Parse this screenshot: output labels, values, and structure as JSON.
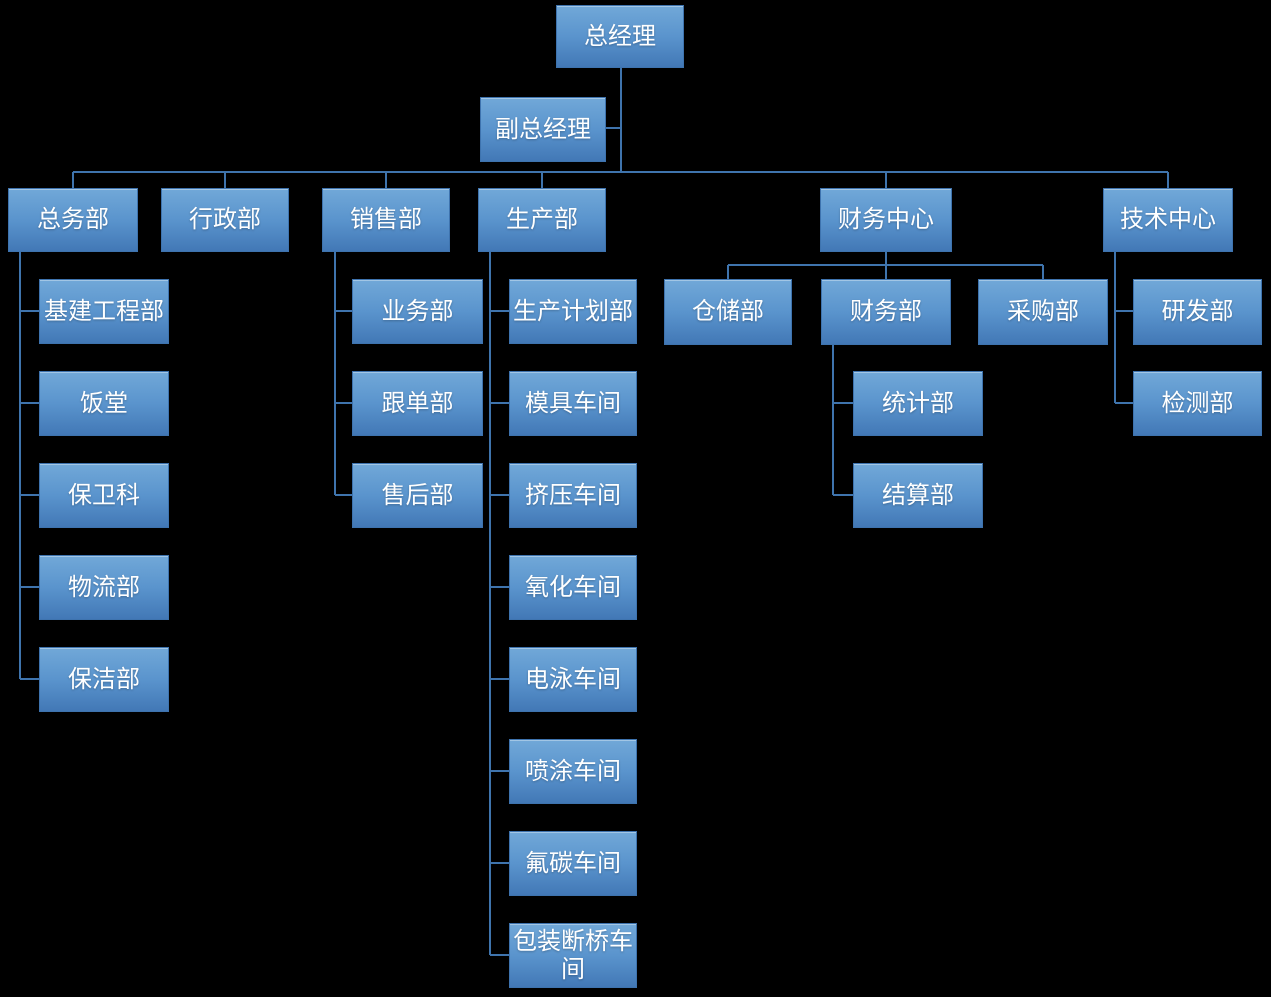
{
  "nodes": {
    "ceo": {
      "label": "总经理"
    },
    "vice": {
      "label": "副总经理"
    },
    "general_affairs": {
      "label": "总务部"
    },
    "admin": {
      "label": "行政部"
    },
    "sales": {
      "label": "销售部"
    },
    "production": {
      "label": "生产部"
    },
    "finance_center": {
      "label": "财务中心"
    },
    "tech_center": {
      "label": "技术中心"
    },
    "infrastructure": {
      "label": "基建工程部"
    },
    "canteen": {
      "label": "饭堂"
    },
    "security": {
      "label": "保卫科"
    },
    "logistics": {
      "label": "物流部"
    },
    "cleaning": {
      "label": "保洁部"
    },
    "business": {
      "label": "业务部"
    },
    "order_follow": {
      "label": "跟单部"
    },
    "after_sales": {
      "label": "售后部"
    },
    "production_planning": {
      "label": "生产计划部"
    },
    "mold_workshop": {
      "label": "模具车间"
    },
    "extrusion_workshop": {
      "label": "挤压车间"
    },
    "oxidation_workshop": {
      "label": "氧化车间"
    },
    "electrophoresis_workshop": {
      "label": "电泳车间"
    },
    "spraying_workshop": {
      "label": "喷涂车间"
    },
    "fluorocarbon_workshop": {
      "label": "氟碳车间"
    },
    "packaging_workshop": {
      "label": "包装断桥车间"
    },
    "warehouse": {
      "label": "仓储部"
    },
    "finance": {
      "label": "财务部"
    },
    "purchasing": {
      "label": "采购部"
    },
    "statistics": {
      "label": "统计部"
    },
    "settlement": {
      "label": "结算部"
    },
    "rd": {
      "label": "研发部"
    },
    "testing": {
      "label": "检测部"
    }
  },
  "hierarchy": {
    "root": "ceo",
    "assistant_of_root": "vice",
    "children": {
      "ceo": [
        "general_affairs",
        "admin",
        "sales",
        "production",
        "finance_center",
        "tech_center"
      ],
      "general_affairs": [
        "infrastructure",
        "canteen",
        "security",
        "logistics",
        "cleaning"
      ],
      "sales": [
        "business",
        "order_follow",
        "after_sales"
      ],
      "production": [
        "production_planning",
        "mold_workshop",
        "extrusion_workshop",
        "oxidation_workshop",
        "electrophoresis_workshop",
        "spraying_workshop",
        "fluorocarbon_workshop",
        "packaging_workshop"
      ],
      "finance_center": [
        "warehouse",
        "finance",
        "purchasing"
      ],
      "finance": [
        "statistics",
        "settlement"
      ],
      "tech_center": [
        "rd",
        "testing"
      ]
    }
  },
  "colors": {
    "background": "#000000",
    "box_top": "#71A8D8",
    "box_mid": "#5A94CD",
    "box_bottom": "#4278B6",
    "box_border": "#3E73AE",
    "connector": "#3F74AD",
    "text": "#FFFFFF"
  }
}
